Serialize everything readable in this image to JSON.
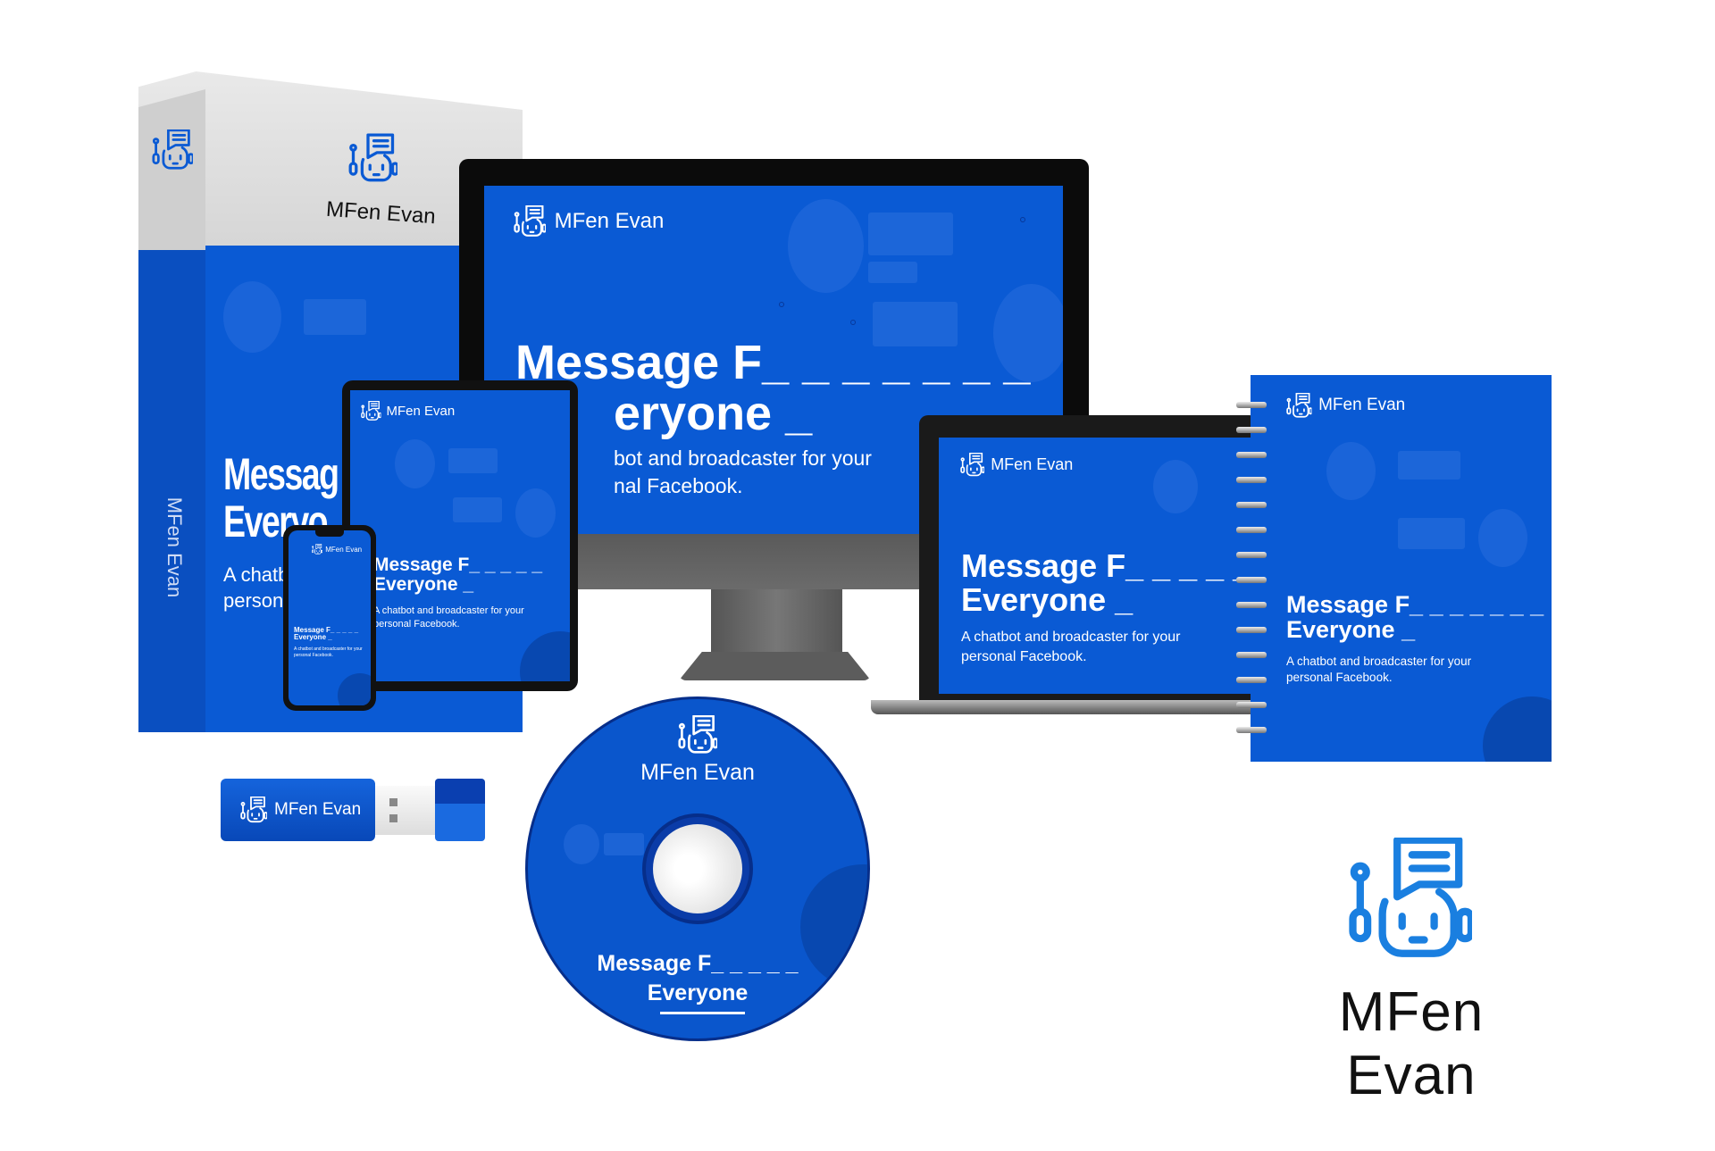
{
  "brand": {
    "name": "MFen Evan",
    "accent": "#0a5ad4",
    "icon_color": "#1a7fe0",
    "icon": "robot-chat-icon"
  },
  "cover": {
    "headline_1": "Message F_ _ _ _ _ _ _",
    "headline_1_short": "Message F_ _ _ _ _",
    "headline_2": "Everyone _",
    "headline_2_cd": "Everyone",
    "subtitle_1": "A chatbot and broadcaster for your",
    "subtitle_2": "personal Facebook."
  },
  "box": {
    "spine_label": "MFen Evan",
    "front_headline_1": "Messag",
    "front_headline_2": "Everyo",
    "front_sub_1": "A chatb",
    "front_sub_2": "persona"
  },
  "monitor": {
    "headline_2": "eryone _",
    "subtitle_1": "bot and broadcaster for your",
    "subtitle_2": "nal Facebook."
  },
  "usb": {
    "label": "MFen Evan"
  },
  "cd": {
    "label": "MFen Evan",
    "headline_1": "Message F_ _ _ _ _"
  },
  "logo": {
    "text": "MFen Evan"
  }
}
